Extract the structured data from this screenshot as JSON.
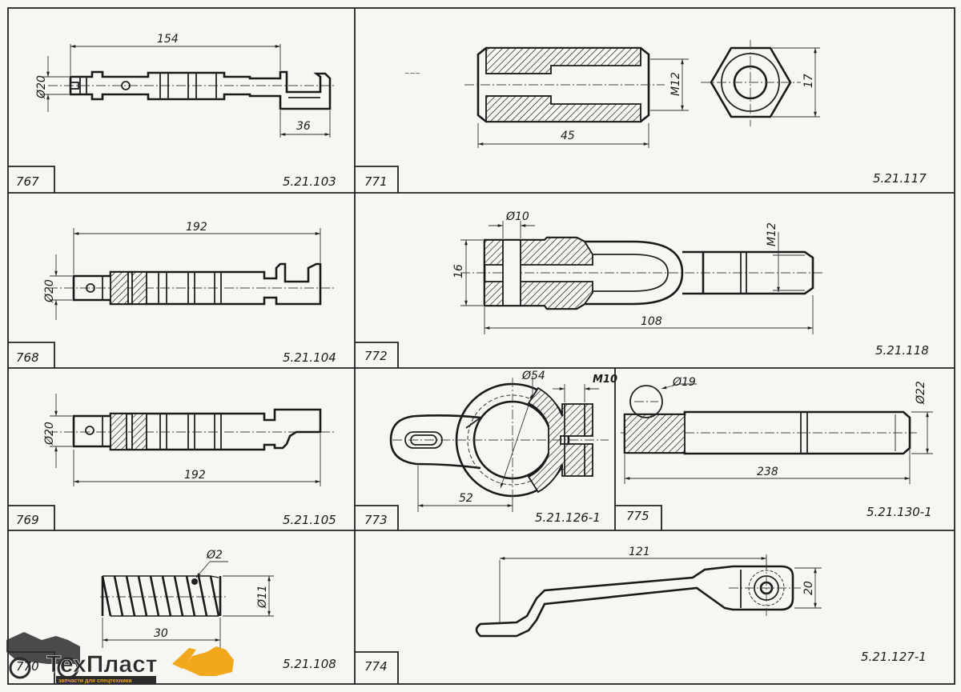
{
  "panels": [
    {
      "id": "767",
      "code": "5.21.103",
      "dims": {
        "d1": "Ø20",
        "d2": "154",
        "d3": "36"
      }
    },
    {
      "id": "768",
      "code": "5.21.104",
      "dims": {
        "d1": "Ø20",
        "d2": "192"
      }
    },
    {
      "id": "769",
      "code": "5.21.105",
      "dims": {
        "d1": "Ø20",
        "d2": "192"
      }
    },
    {
      "id": "770",
      "code": "5.21.108",
      "dims": {
        "d1": "Ø2",
        "d2": "Ø11",
        "d3": "30"
      }
    },
    {
      "id": "771",
      "code": "5.21.117",
      "dims": {
        "d1": "M12",
        "d2": "17",
        "d3": "45"
      }
    },
    {
      "id": "772",
      "code": "5.21.118",
      "dims": {
        "d1": "Ø10",
        "d2": "16",
        "d3": "M12",
        "d4": "108"
      }
    },
    {
      "id": "773",
      "code": "5.21.126-1",
      "dims": {
        "d1": "Ø54",
        "d2": "M10",
        "d3": "52"
      }
    },
    {
      "id": "775",
      "code": "5.21.130-1",
      "dims": {
        "d1": "Ø19",
        "d2": "Ø22",
        "d3": "238"
      }
    },
    {
      "id": "774",
      "code": "5.21.127-1",
      "dims": {
        "d1": "121",
        "d2": "20"
      }
    }
  ],
  "logo": {
    "name": "ТехПласт",
    "tagline": "запчасти для спецтехники",
    "colors": {
      "dark": "#2b2b2b",
      "accent": "#f2a81d"
    }
  }
}
